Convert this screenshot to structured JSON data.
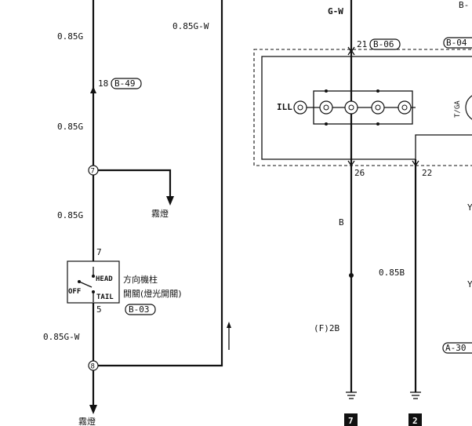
{
  "wires": {
    "w1": "0.85G",
    "w2": "0.85G",
    "w3": "0.85G",
    "w4": "0.85G-W",
    "w5": "0.85G-W",
    "w6": "G-W",
    "w7": "B",
    "w8": "0.85B",
    "w9": "B-",
    "w10": "Y",
    "w11": "Y",
    "w12": "T/GA"
  },
  "pins": {
    "p18": "18",
    "p7": "7",
    "p5": "5",
    "p21": "21",
    "p26": "26",
    "p22": "22"
  },
  "connectors": {
    "c1": "B-49",
    "c2": "B-03",
    "c3": "B-06",
    "c4": "B-04",
    "c5": "A-30"
  },
  "splices": {
    "s1": "7",
    "s2": "8"
  },
  "labels": {
    "fog1": "霧燈",
    "fog2": "霧燈",
    "switch_line1": "方向機柱",
    "switch_line2": "開關(燈光開關)",
    "head": "HEAD",
    "off": "OFF",
    "tail": "TAIL",
    "ill": "ILL",
    "f2b": "(F)2B"
  },
  "grounds": {
    "g1": "7",
    "g2": "2"
  }
}
